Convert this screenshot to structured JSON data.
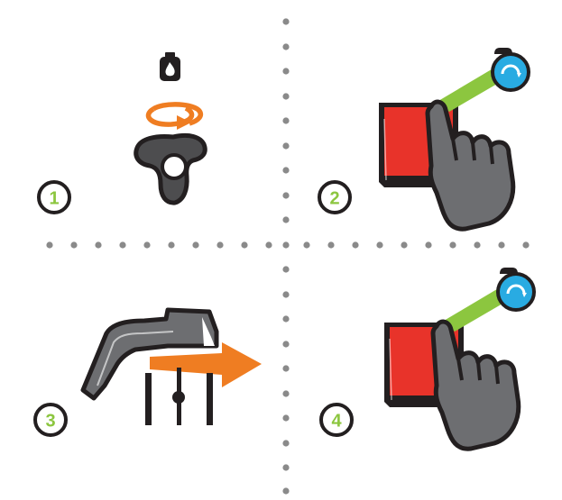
{
  "steps": [
    {
      "label": "1",
      "icon": "gas-cylinder-valve-icon"
    },
    {
      "label": "2",
      "icon": "press-ignition-button-icon"
    },
    {
      "label": "3",
      "icon": "burner-control-lever-icon"
    },
    {
      "label": "4",
      "icon": "press-ignition-button-icon"
    }
  ],
  "colors": {
    "accent_green": "#8cc63f",
    "arrow_orange": "#ef7d22",
    "button_red": "#e8332a",
    "timer_blue": "#29abe2",
    "hand_gray": "#6d6e71",
    "outline": "#231f20",
    "divider_dots": "#8a8a8a"
  }
}
